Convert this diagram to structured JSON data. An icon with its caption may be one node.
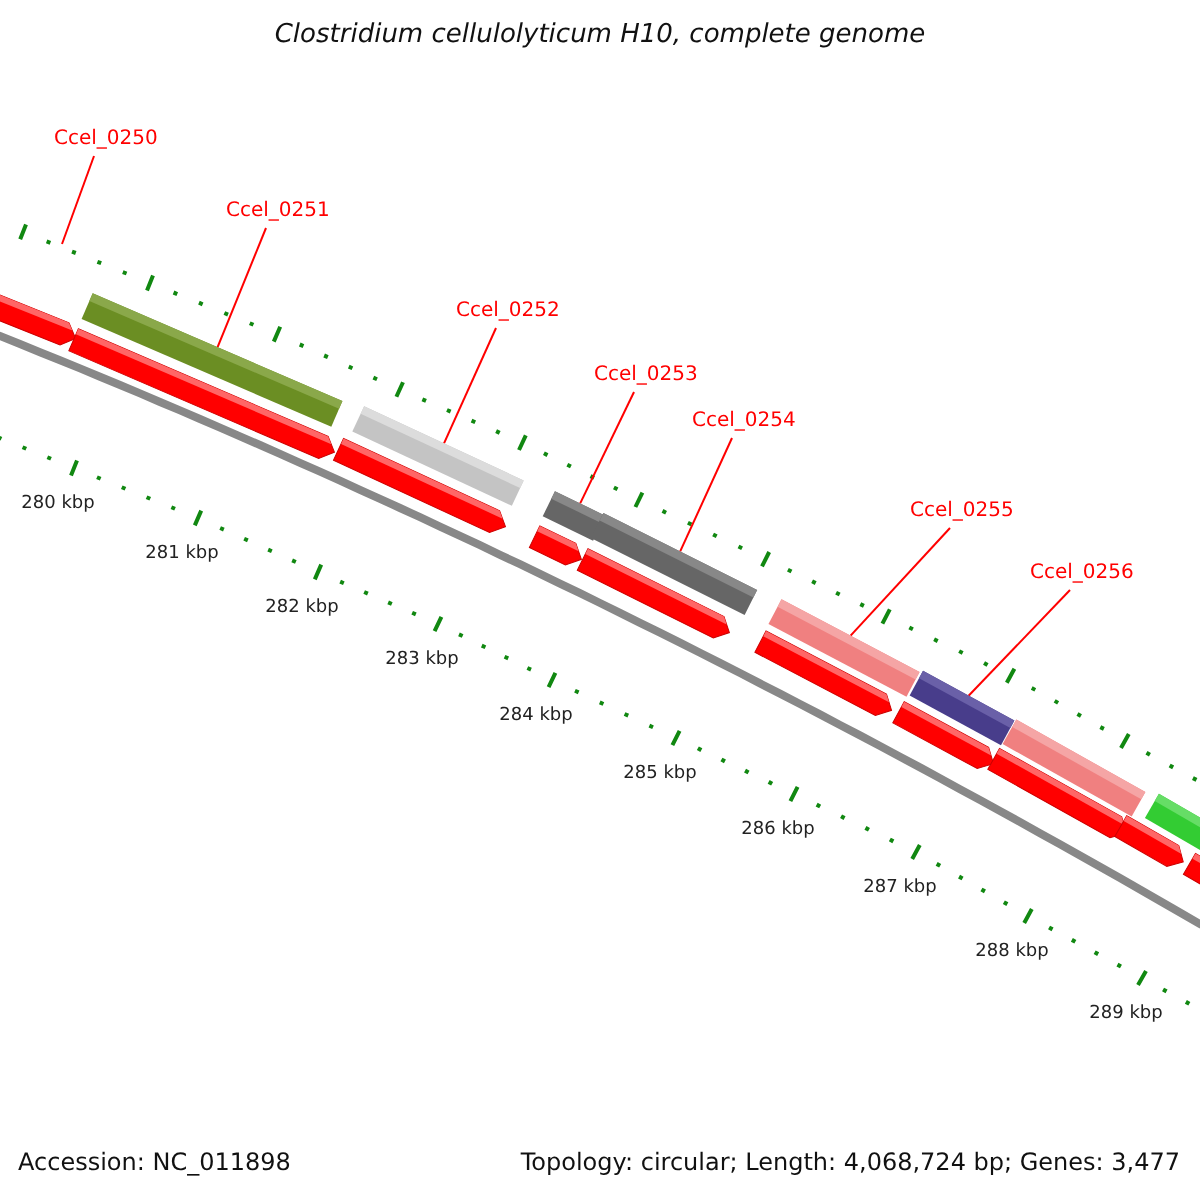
{
  "diagram": {
    "title": "Clostridium cellulolyticum H10, complete genome",
    "nodes": [
      {
        "text": [
          "Ccel_0250"
        ]
      },
      {
        "text": [
          "Ccel_0251"
        ]
      },
      {
        "text": [
          "Ccel_0252"
        ]
      },
      {
        "text": [
          "Ccel_0253"
        ]
      },
      {
        "text": [
          "Ccel_0254"
        ]
      },
      {
        "text": [
          "Ccel_0255"
        ]
      },
      {
        "text": [
          "Ccel_0256"
        ]
      },
      {
        "text": [],
        "shape": "bar"
      },
      {
        "text": [],
        "shape": "bar"
      },
      {
        "text": [],
        "shape": "bar"
      },
      {
        "text": [],
        "shape": "bar"
      },
      {
        "text": [],
        "shape": "bar"
      },
      {
        "text": [],
        "shape": "bar"
      },
      {
        "text": [],
        "shape": "bar"
      },
      {
        "text": [],
        "shape": "bar"
      },
      {
        "text": [],
        "shape": "arrow"
      },
      {
        "text": [],
        "shape": "arrow"
      },
      {
        "text": [],
        "shape": "arrow"
      },
      {
        "text": [],
        "shape": "arrow"
      },
      {
        "text": [],
        "shape": "arrow"
      },
      {
        "text": [],
        "shape": "arrow"
      },
      {
        "text": [],
        "shape": "arrow"
      },
      {
        "text": [],
        "shape": "arrow"
      },
      {
        "text": [],
        "shape": "arrow"
      },
      {
        "text": [],
        "shape": "arrow"
      }
    ],
    "edges": [
      {
        "from": 0,
        "to": null,
        "arrow": "none"
      },
      {
        "from": 1,
        "to": 7,
        "arrow": "none"
      },
      {
        "from": 2,
        "to": 8,
        "arrow": "none"
      },
      {
        "from": 3,
        "to": 9,
        "arrow": "none"
      },
      {
        "from": 4,
        "to": 10,
        "arrow": "none"
      },
      {
        "from": 5,
        "to": 11,
        "arrow": "none"
      },
      {
        "from": 6,
        "to": 12,
        "arrow": "none"
      }
    ],
    "labels": [
      "280 kbp",
      "281 kbp",
      "282 kbp",
      "283 kbp",
      "284 kbp",
      "285 kbp",
      "286 kbp",
      "287 kbp",
      "288 kbp",
      "289 kbp",
      "Accession: NC_011898",
      "Topology: circular; Length: 4,068,724 bp; Genes: 3,477"
    ]
  }
}
